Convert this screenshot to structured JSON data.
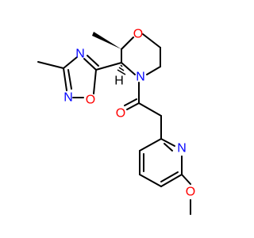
{
  "molecule": {
    "atoms": {
      "morpholine_o": {
        "label": "O",
        "color": "#ff0000"
      },
      "morpholine_n": {
        "label": "N",
        "color": "#0000ff"
      },
      "carbonyl_o": {
        "label": "O",
        "color": "#ff0000"
      },
      "pyridine_n": {
        "label": "N",
        "color": "#0000ff"
      },
      "methoxy_o": {
        "label": "O",
        "color": "#ff0000"
      },
      "oxadiazole_n4": {
        "label": "N",
        "color": "#0000ff"
      },
      "oxadiazole_n2": {
        "label": "N",
        "color": "#0000ff"
      },
      "oxadiazole_o1": {
        "label": "O",
        "color": "#ff0000"
      },
      "stereo_h": {
        "label": "H",
        "color": "#000000"
      }
    }
  }
}
